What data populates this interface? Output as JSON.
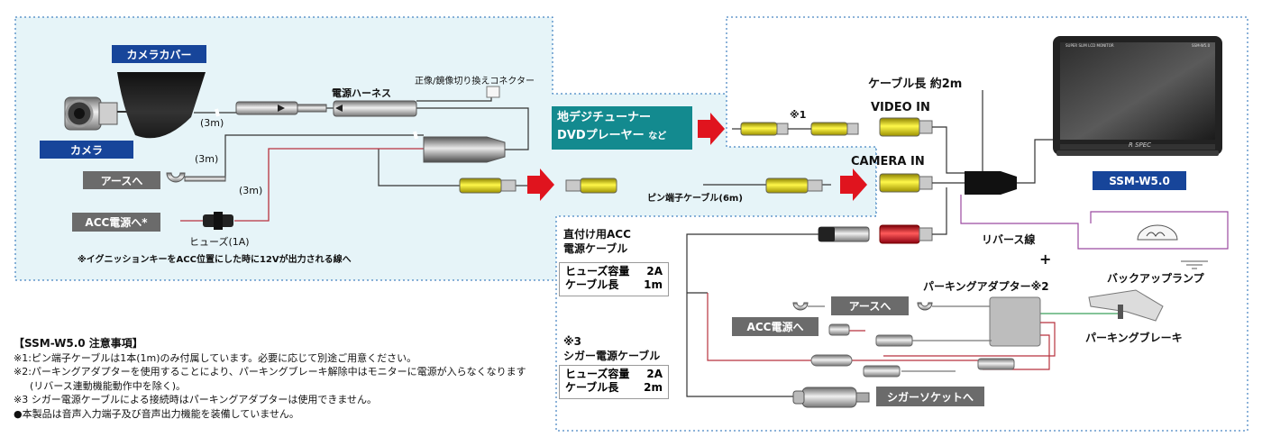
{
  "camera_area": {
    "camera_cover": "カメラカバー",
    "camera": "カメラ",
    "len_3m_a": "(3m)",
    "len_3m_b": "(3m)",
    "len_3m_c": "(3m)",
    "power_harness": "電源ハーネス",
    "mirror_connector": "正像/鏡像切り換えコネクター",
    "to_ground": "アースへ",
    "to_acc": "ACC電源へ*",
    "fuse": "ヒューズ(1A)",
    "ignition_note": "※イグニッションキーをACC位置にした時に12Vが出力される線へ"
  },
  "middle": {
    "tuner_line1": "地デジチューナー",
    "tuner_line2": "DVDプレーヤー",
    "tuner_suffix": "など",
    "pin_cable": "ピン端子ケーブル(6m)",
    "note1_mark": "※1"
  },
  "monitor_area": {
    "cable_length": "ケーブル長 約2m",
    "video_in": "VIDEO IN",
    "camera_in": "CAMERA IN",
    "model": "SSM-W5.0",
    "screen_brand": "SUPER SLIM LCD MONITOR",
    "screen_model": "SSM-W5.0",
    "bezel_logo": "R SPEC",
    "reverse_line": "リバース線",
    "plus": "+",
    "backup_lamp": "バックアップランプ",
    "parking_adapter": "パーキングアダプター※2",
    "to_ground": "アースへ",
    "to_acc": "ACC電源へ",
    "parking_brake": "パーキングブレーキ",
    "to_cigar": "シガーソケットへ"
  },
  "direct_acc": {
    "title_line1": "直付け用ACC",
    "title_line2": "電源ケーブル",
    "fuse_label": "ヒューズ容量",
    "fuse_value": "2A",
    "len_label": "ケーブル長",
    "len_value": "1m"
  },
  "cigar_cable": {
    "mark": "※3",
    "title": "シガー電源ケーブル",
    "fuse_label": "ヒューズ容量",
    "fuse_value": "2A",
    "len_label": "ケーブル長",
    "len_value": "2m"
  },
  "notes": {
    "heading": "【SSM-W5.0 注意事項】",
    "n1": "※1:ピン端子ケーブルは1本(1m)のみ付属しています。必要に応じて別途ご用意ください。",
    "n2": "※2:パーキングアダプターを使用することにより、パーキングブレーキ解除中はモニターに電源が入らなくなります",
    "n2b": "(リバース連動機能動作中を除く)。",
    "n3": "※3 シガー電源ケーブルによる接続時はパーキングアダプターは使用できません。",
    "n4": "●本製品は音声入力端子及び音声出力機能を装備していません。"
  },
  "colors": {
    "panel_bg": "#e6f4f8",
    "panel_border": "#1b67b3",
    "navy": "#17459a",
    "teal": "#138a8f",
    "gray_tag": "#6b6b6b",
    "arrow_red": "#e0141e",
    "rca_yellow": "#f2e600",
    "rca_red": "#e0141e",
    "wire_red": "#b8323e",
    "wire_purple": "#9b4aa0",
    "wire_green": "#3aa05a"
  }
}
